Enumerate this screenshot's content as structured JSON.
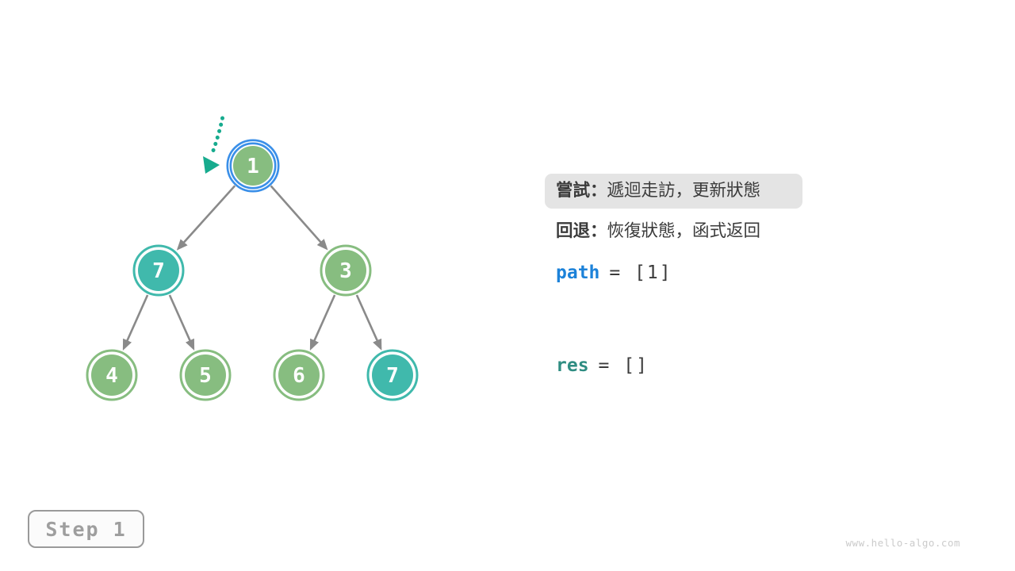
{
  "figure": {
    "step_label": "Step 1",
    "watermark": "www.hello-algo.com"
  },
  "legend": {
    "try_label": "嘗試：",
    "try_text": "遞迴走訪，更新狀態",
    "back_label": "回退：",
    "back_text": "恢復狀態，函式返回"
  },
  "state": {
    "path_name": "path",
    "path_value": "= [1]",
    "res_name": "res",
    "res_value": "= []"
  },
  "tree": {
    "nodes": [
      {
        "value": "1",
        "color": "green",
        "current": true
      },
      {
        "value": "7",
        "color": "teal",
        "current": false
      },
      {
        "value": "3",
        "color": "green",
        "current": false
      },
      {
        "value": "4",
        "color": "green",
        "current": false
      },
      {
        "value": "5",
        "color": "green",
        "current": false
      },
      {
        "value": "6",
        "color": "green",
        "current": false
      },
      {
        "value": "7",
        "color": "teal",
        "current": false
      }
    ],
    "edges": [
      [
        0,
        1
      ],
      [
        0,
        2
      ],
      [
        1,
        3
      ],
      [
        1,
        4
      ],
      [
        2,
        5
      ],
      [
        2,
        6
      ]
    ]
  },
  "colors": {
    "node-green": "#87BD80",
    "node-teal": "#40B9AC",
    "current-blue": "#3A8FE8",
    "edge-gray": "#8A8A8A",
    "pointer-teal": "#17AB8E",
    "ink": "#3B3B3B",
    "path-blue": "#1C82D9",
    "res-teal": "#2F8D82",
    "callout-bg": "#E4E4E4",
    "step-ink": "#9E9E9E",
    "step-border": "#9A9A9A",
    "step-bg": "#FBFBFB",
    "watermark-ink": "#CBCBCB"
  }
}
